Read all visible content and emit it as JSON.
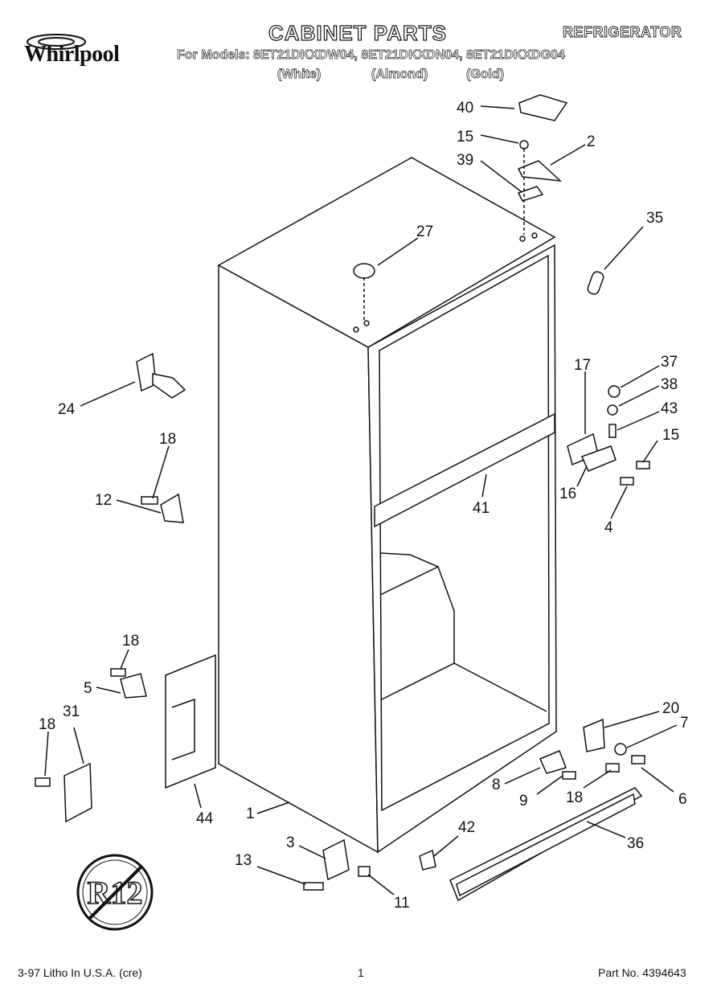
{
  "header": {
    "brand": "Whirlpool",
    "title": "CABINET PARTS",
    "category": "REFRIGERATOR",
    "models_line": "For Models: 8ET21DKXDW04, 8ET21DKXDN04, 8ET21DKXDG04",
    "colors": [
      "(White)",
      "(Almond)",
      "(Gold)"
    ]
  },
  "callouts": [
    "40",
    "15",
    "2",
    "39",
    "35",
    "27",
    "24",
    "17",
    "37",
    "38",
    "43",
    "15",
    "18",
    "12",
    "16",
    "41",
    "4",
    "18",
    "5",
    "31",
    "18",
    "44",
    "20",
    "7",
    "1",
    "8",
    "9",
    "18",
    "6",
    "3",
    "13",
    "11",
    "42",
    "36"
  ],
  "badge": "R12",
  "footer": {
    "left": "3-97 Litho In U.S.A. (cre)",
    "page": "1",
    "part_no": "Part No. 4394643"
  }
}
